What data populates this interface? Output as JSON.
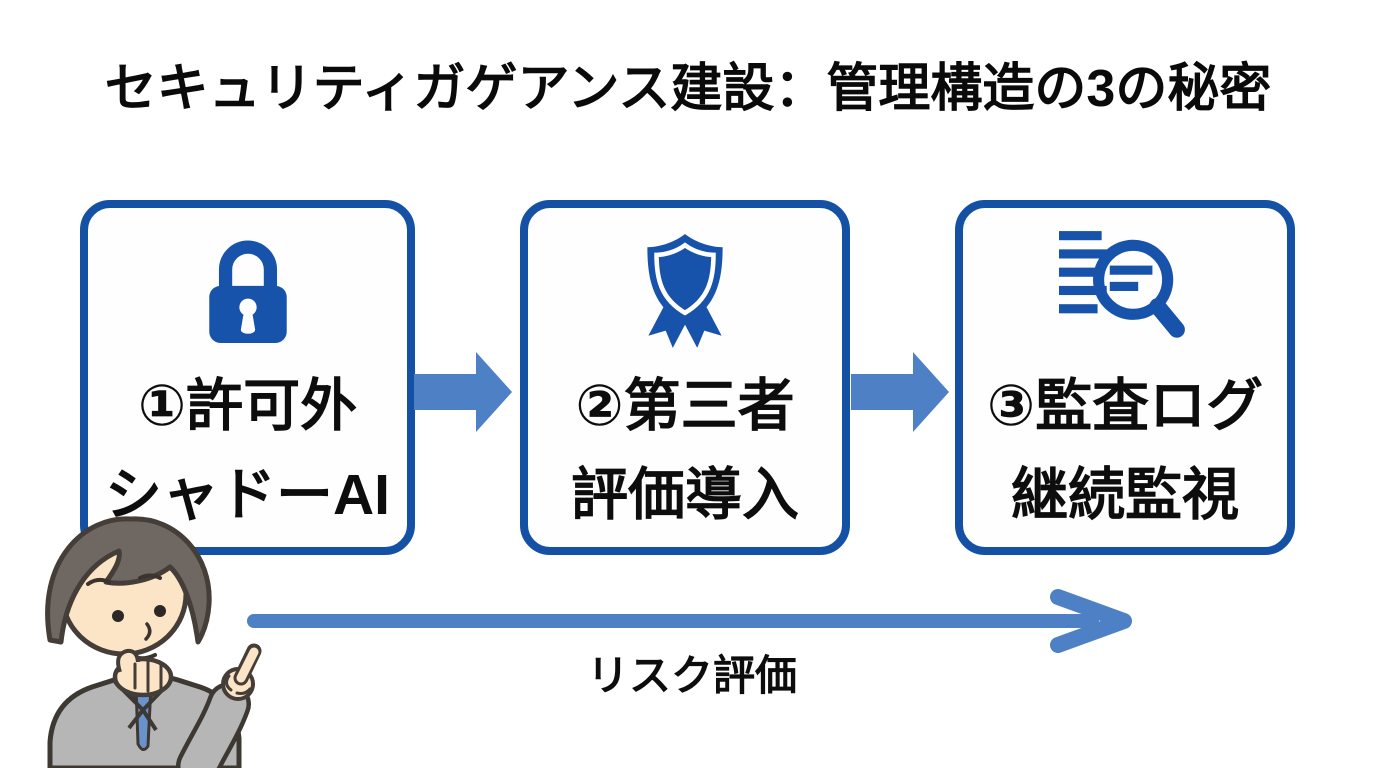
{
  "title": "セキュリティガゲアンス建設：管理構造の3の秘密",
  "steps": [
    {
      "line1": "①許可外",
      "line2": "シャドーAI",
      "icon": "lock-icon"
    },
    {
      "line1": "②第三者",
      "line2": "評価導入",
      "icon": "award-shield-icon"
    },
    {
      "line1": "③監査ログ",
      "line2": "継続監視",
      "icon": "audit-log-search-icon"
    }
  ],
  "timeline": {
    "label": "リスク評価"
  },
  "icons": {
    "flow": "block-arrow-right-icon",
    "timeline": "arrow-right-icon",
    "mascot": "thinking-businessman-illustration"
  },
  "colors": {
    "box_border": "#1450a4",
    "icon_blue": "#1853ab",
    "arrow_blue": "#4d80c5",
    "text": "#0d0d0d",
    "background": "#ffffff"
  }
}
